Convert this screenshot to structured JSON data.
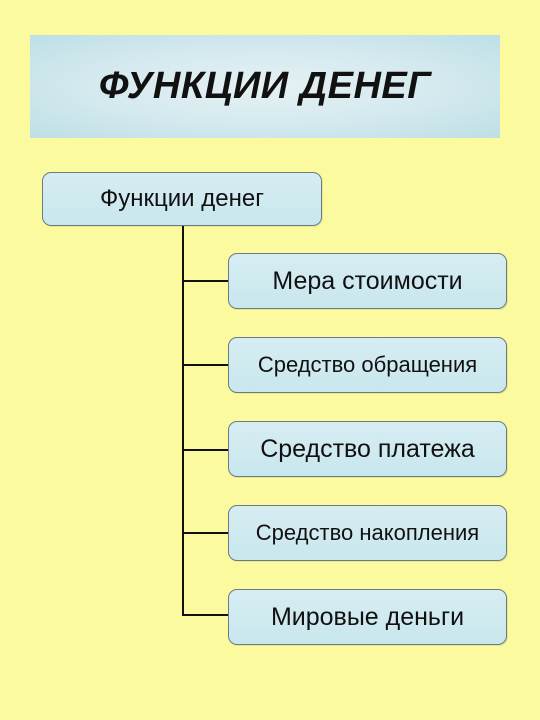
{
  "title": "ФУНКЦИИ ДЕНЕГ",
  "diagram": {
    "root": "Функции денег",
    "children": [
      "Мера стоимости",
      "Средство обращения",
      "Средство платежа",
      "Средство накопления",
      "Мировые деньги"
    ]
  },
  "colors": {
    "background": "#fbfa9e",
    "banner": "#d3e9ee",
    "node_fill": "#cfeaf0",
    "node_border": "#6b7b80",
    "text": "#111111"
  }
}
